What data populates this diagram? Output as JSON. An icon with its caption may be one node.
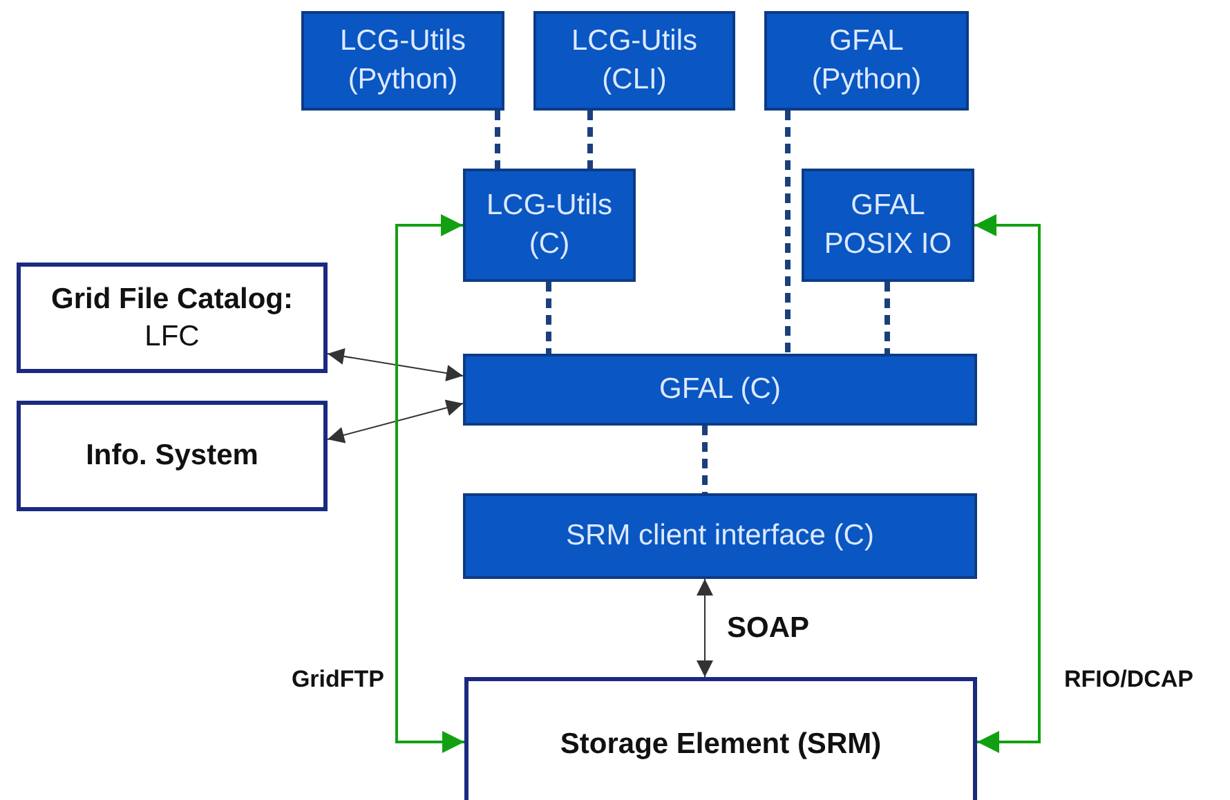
{
  "diagram": {
    "nodes": [
      {
        "text": [
          "LCG-Utils (Python)"
        ]
      },
      {
        "text": [
          "LCG-Utils (CLI)"
        ]
      },
      {
        "text": [
          "GFAL (Python)"
        ]
      },
      {
        "text": [
          "LCG-Utils (C)"
        ]
      },
      {
        "text": [
          "GFAL POSIX IO"
        ]
      },
      {
        "text": [
          "Grid File Catalog:",
          "LFC"
        ]
      },
      {
        "text": [
          "Info. System"
        ]
      },
      {
        "text": [
          "GFAL (C)"
        ]
      },
      {
        "text": [
          "SRM client interface (C)"
        ]
      },
      {
        "text": [
          "Storage Element (SRM)"
        ]
      }
    ],
    "edges": [
      {
        "from": 0,
        "to": 3,
        "arrow": "none",
        "style": "dashed",
        "color": "#1c3f7c"
      },
      {
        "from": 1,
        "to": 3,
        "arrow": "none",
        "style": "dashed",
        "color": "#1c3f7c"
      },
      {
        "from": 2,
        "to": 7,
        "arrow": "none",
        "style": "dashed",
        "color": "#1c3f7c"
      },
      {
        "from": 3,
        "to": 7,
        "arrow": "none",
        "style": "dashed",
        "color": "#1c3f7c"
      },
      {
        "from": 4,
        "to": 7,
        "arrow": "none",
        "style": "dashed",
        "color": "#1c3f7c"
      },
      {
        "from": 7,
        "to": 8,
        "arrow": "none",
        "style": "dashed",
        "color": "#1c3f7c"
      },
      {
        "from": 5,
        "to": 7,
        "arrow": "both"
      },
      {
        "from": 6,
        "to": 7,
        "arrow": "both"
      },
      {
        "from": 8,
        "to": 9,
        "arrow": "both",
        "label": "SOAP"
      },
      {
        "from": 3,
        "to": 9,
        "arrow": "both",
        "label": "GridFTP",
        "color": "#12a012"
      },
      {
        "from": 4,
        "to": 9,
        "arrow": "both",
        "label": "RFIO/DCAP",
        "color": "#12a012"
      }
    ]
  }
}
